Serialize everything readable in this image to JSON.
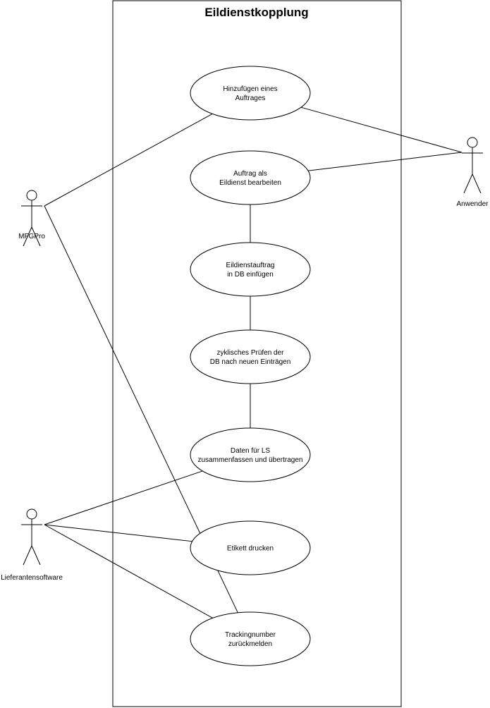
{
  "system": {
    "title": "Eildienstkopplung"
  },
  "actors": [
    {
      "id": "mfgpro",
      "label": "MFGPro"
    },
    {
      "id": "anwender",
      "label": "Anwender"
    },
    {
      "id": "lieferant",
      "label": "Lieferantensoftware"
    }
  ],
  "use_cases": [
    {
      "id": "uc1",
      "lines": [
        "Hinzufügen eines",
        "Auftrages"
      ]
    },
    {
      "id": "uc2",
      "lines": [
        "Auftrag als",
        "Eildienst bearbeiten"
      ]
    },
    {
      "id": "uc3",
      "lines": [
        "Eildienstauftrag",
        "in DB einfügen"
      ]
    },
    {
      "id": "uc4",
      "lines": [
        "zyklisches Prüfen der",
        "DB nach neuen Einträgen"
      ]
    },
    {
      "id": "uc5",
      "lines": [
        "Daten für LS",
        "zusammenfassen und übertragen"
      ]
    },
    {
      "id": "uc6",
      "lines": [
        "Etikett drucken"
      ]
    },
    {
      "id": "uc7",
      "lines": [
        "Trackingnumber",
        "zurückmelden"
      ]
    }
  ],
  "associations": [
    {
      "from": "mfgpro",
      "to": "uc1"
    },
    {
      "from": "mfgpro",
      "to": "uc7"
    },
    {
      "from": "anwender",
      "to": "uc1"
    },
    {
      "from": "anwender",
      "to": "uc2"
    },
    {
      "from": "uc2",
      "to": "uc3"
    },
    {
      "from": "uc3",
      "to": "uc4"
    },
    {
      "from": "uc4",
      "to": "uc5"
    },
    {
      "from": "lieferant",
      "to": "uc5"
    },
    {
      "from": "lieferant",
      "to": "uc6"
    },
    {
      "from": "lieferant",
      "to": "uc7"
    }
  ]
}
